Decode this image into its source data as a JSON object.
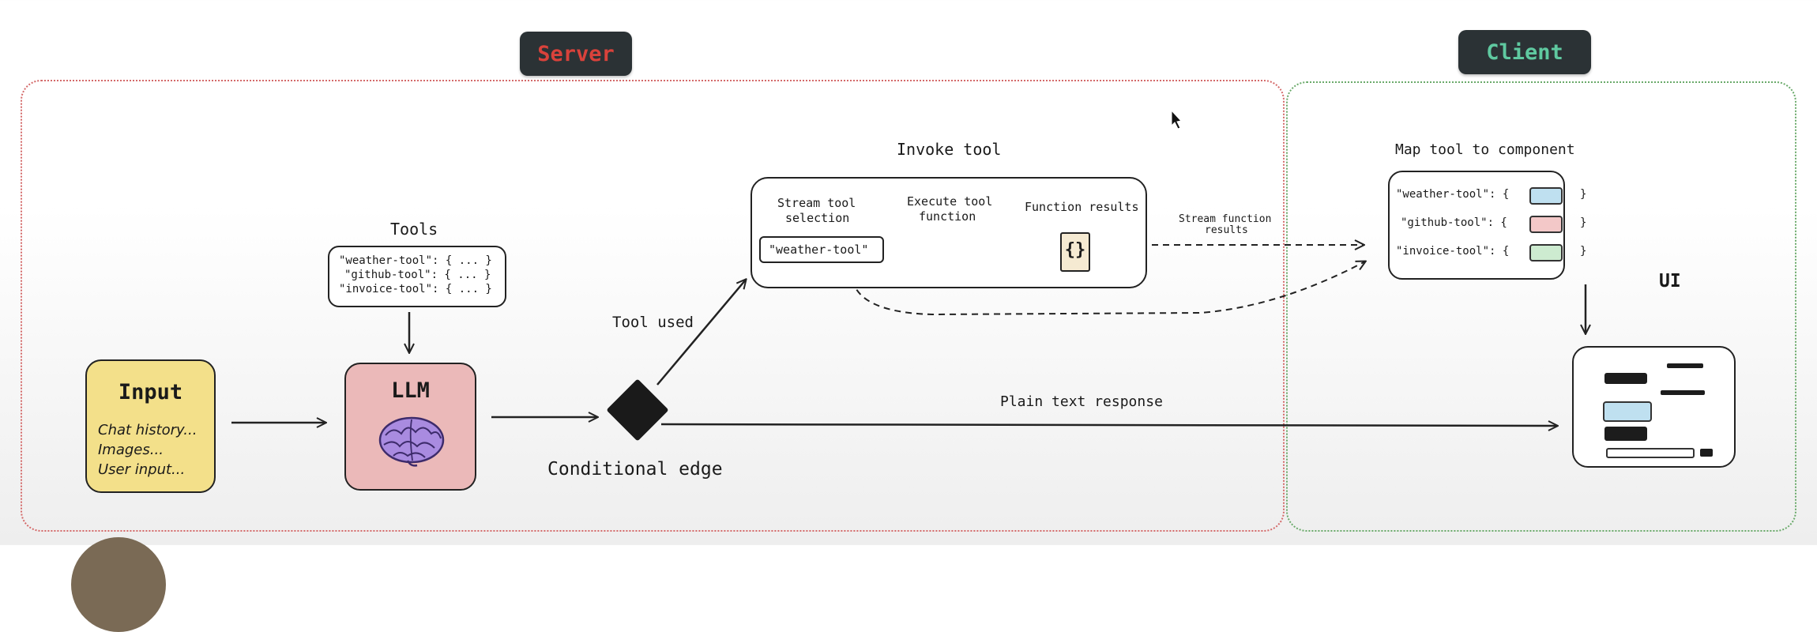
{
  "badges": {
    "server": "Server",
    "client": "Client",
    "server_color": "#d9423b",
    "client_color": "#5fc9a0"
  },
  "zones": {
    "server_border": "#d46a6a",
    "client_border": "#6aaa6a"
  },
  "tools": {
    "title": "Tools",
    "lines": [
      "\"weather-tool\": { ... }",
      "\"github-tool\": { ... }",
      "\"invoice-tool\": { ... }"
    ]
  },
  "input": {
    "title": "Input",
    "lines": [
      "Chat history...",
      "Images...",
      "User input..."
    ],
    "color": "#f3e08a"
  },
  "llm": {
    "title": "LLM",
    "color": "#ebb9b9",
    "icon": "brain-icon"
  },
  "conditional_edge": {
    "label": "Conditional edge",
    "tool_used": "Tool used",
    "plain_text": "Plain text response"
  },
  "invoke": {
    "title": "Invoke tool",
    "stream_selection": [
      "Stream tool",
      "selection"
    ],
    "execute": [
      "Execute tool",
      "function"
    ],
    "results": "Function results",
    "selected_tool": "\"weather-tool\"",
    "braces": "{}",
    "braces_color": "#f5ead2"
  },
  "stream_function": [
    "Stream function",
    "results"
  ],
  "map": {
    "title": "Map tool to component",
    "rows": [
      {
        "name": "\"weather-tool\": {",
        "close": "}",
        "swatch": "#bfe0f0"
      },
      {
        "name": "\"github-tool\": {",
        "close": "}",
        "swatch": "#f3c8c8"
      },
      {
        "name": "\"invoice-tool\": {",
        "close": "}",
        "swatch": "#cdebd0"
      }
    ]
  },
  "ui": {
    "label": "UI",
    "block_color": "#1c1c1c",
    "swatch": "#bfe0f0"
  }
}
